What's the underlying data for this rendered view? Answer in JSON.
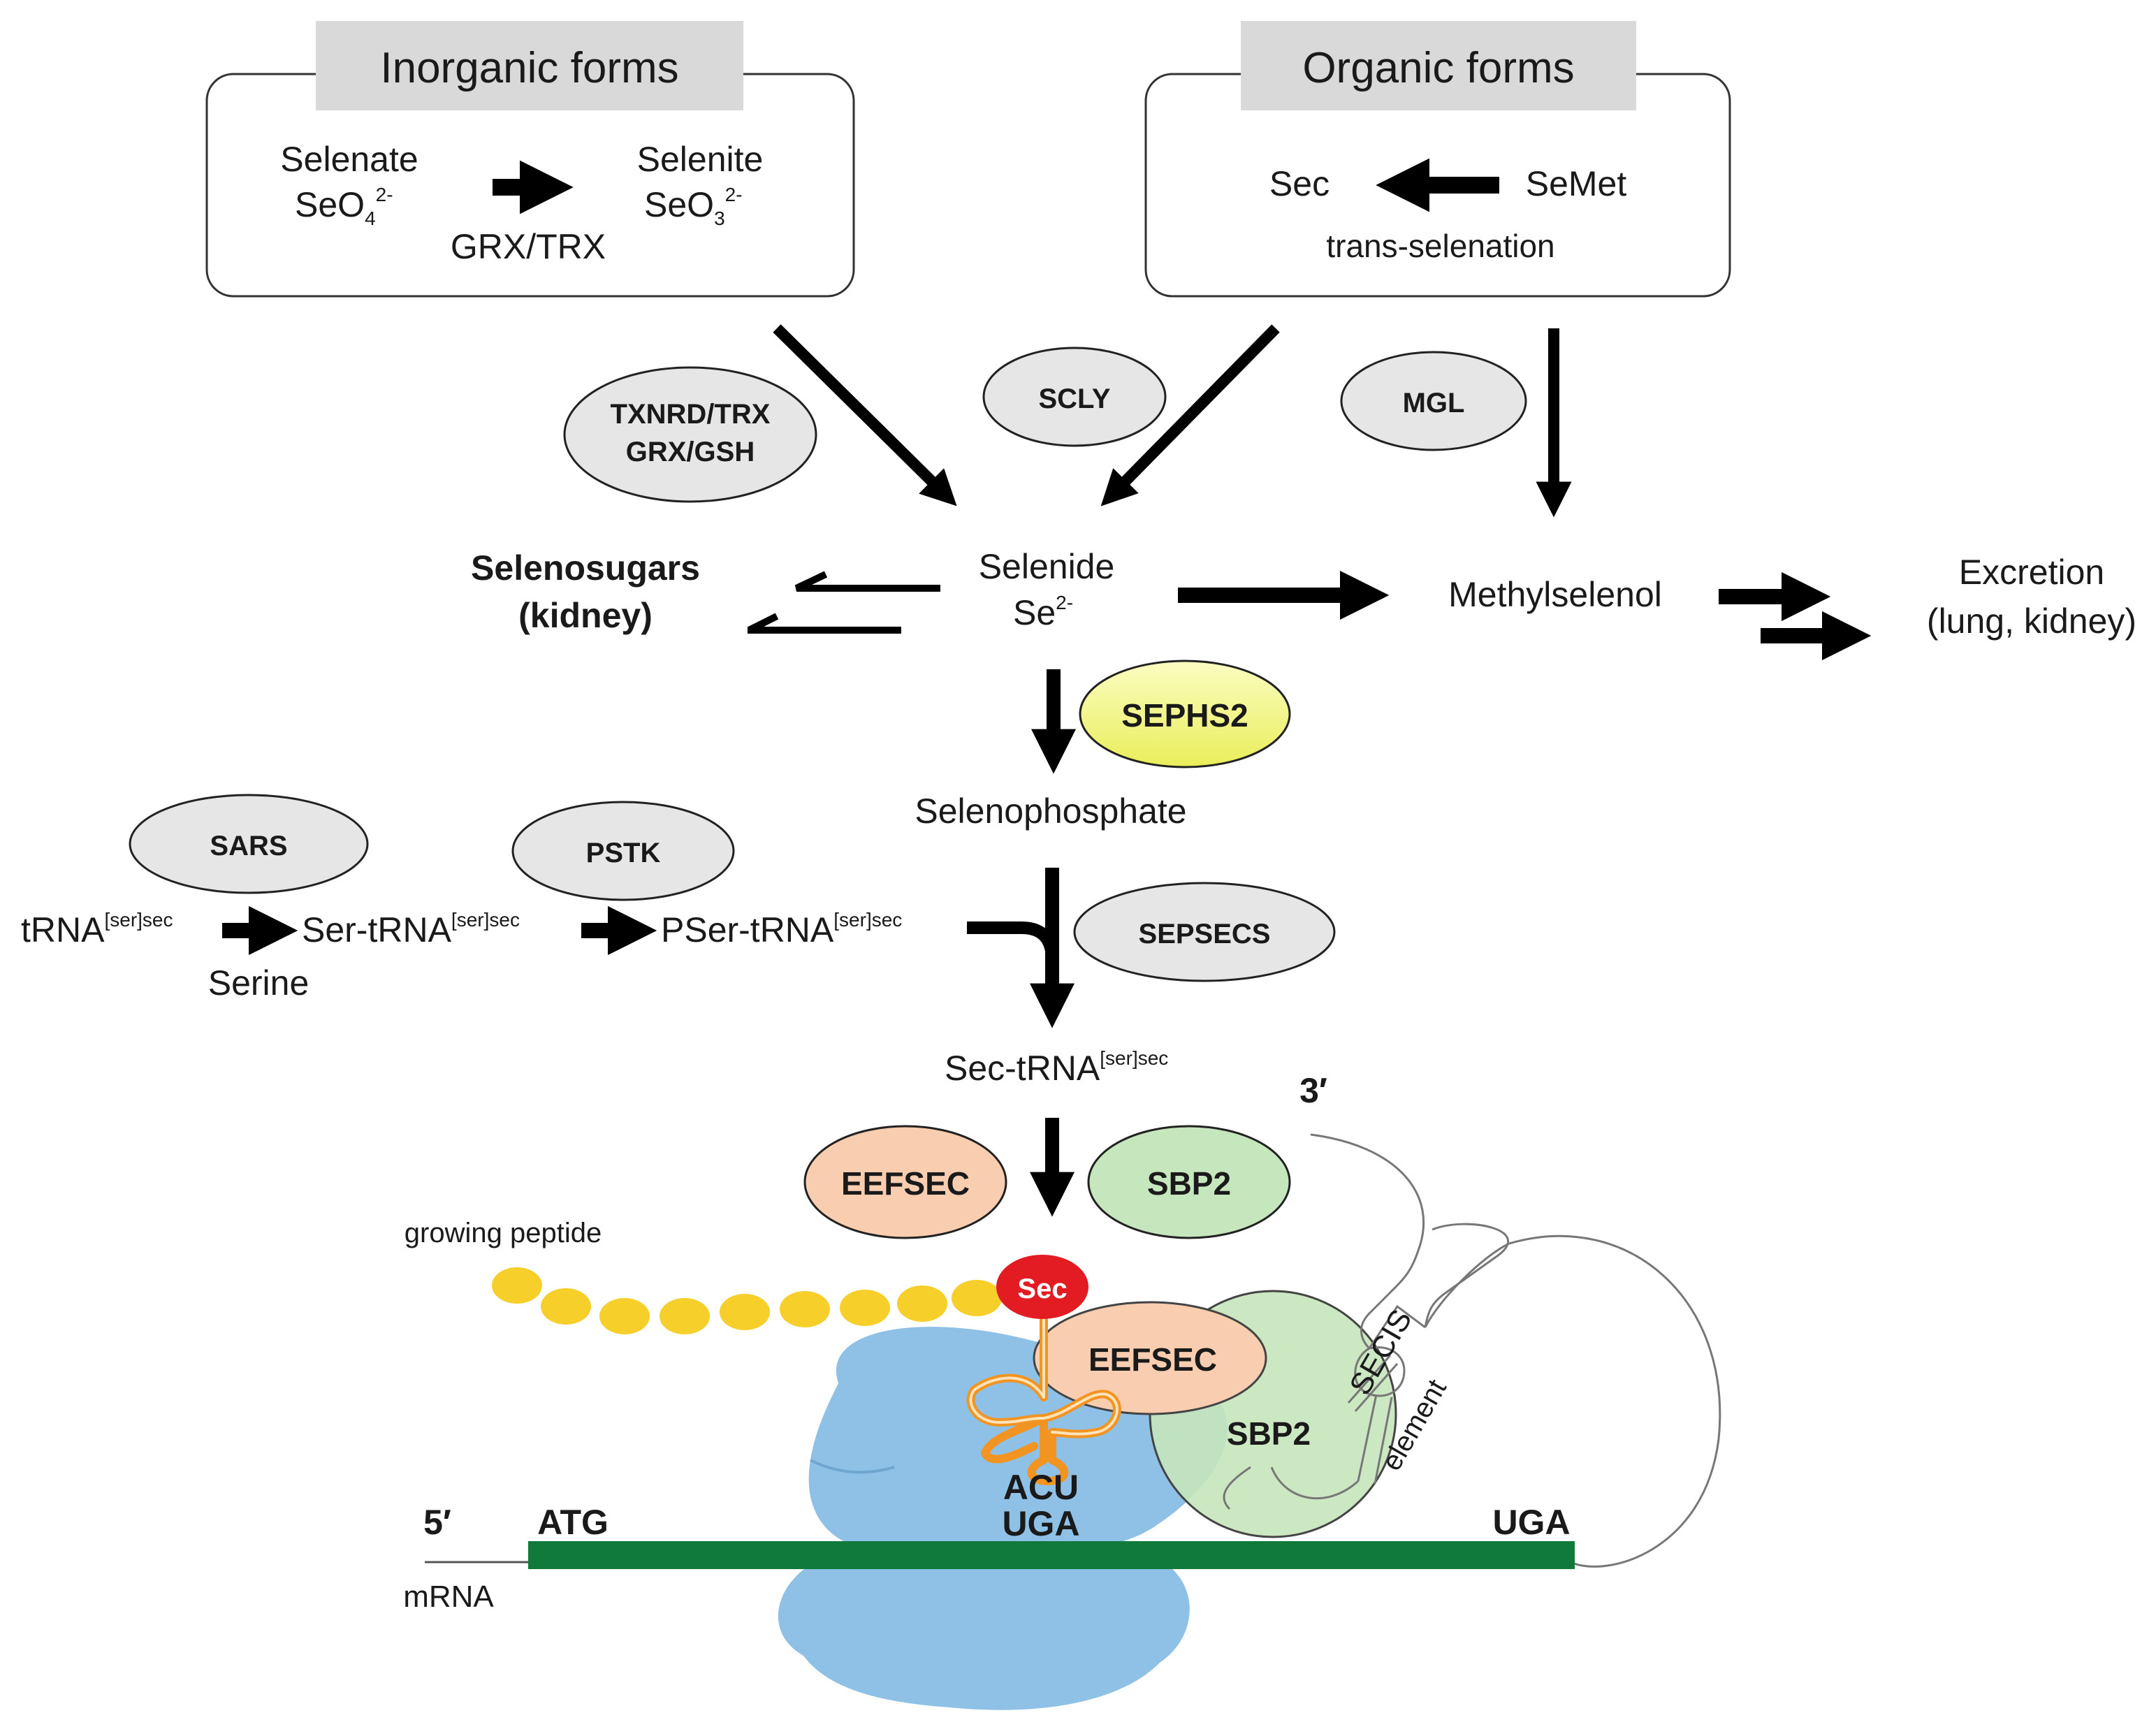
{
  "inorganic": {
    "header": "Inorganic forms",
    "selenate_name": "Selenate",
    "selenate_formula_base": "SeO",
    "selenate_formula_sub": "4",
    "selenate_formula_sup": "2-",
    "selenite_name": "Selenite",
    "selenite_formula_base": "SeO",
    "selenite_formula_sub": "3",
    "selenite_formula_sup": "2-",
    "conversion_enzyme": "GRX/TRX"
  },
  "organic": {
    "header": "Organic forms",
    "sec": "Sec",
    "semet": "SeMet",
    "process": "trans-selenation"
  },
  "enzymes": {
    "txnrd_line1": "TXNRD/TRX",
    "txnrd_line2": "GRX/GSH",
    "scly": "SCLY",
    "mgl": "MGL",
    "sephs2": "SEPHS2",
    "sars": "SARS",
    "pstk": "PSTK",
    "sepsecs": "SEPSECS",
    "eefsec": "EEFSEC",
    "sbp2": "SBP2"
  },
  "metabolites": {
    "selenide": "Selenide",
    "selenide_formula_base": "Se",
    "selenide_formula_sup": "2-",
    "selenosugars_line1": "Selenosugars",
    "selenosugars_line2": "(kidney)",
    "methylselenol": "Methylselenol",
    "excretion_line1": "Excretion",
    "excretion_line2": "(lung, kidney)",
    "selenophosphate": "Selenophosphate"
  },
  "trna_pathway": {
    "trna": "tRNA",
    "trna_sup": "[ser]sec",
    "ser_trna": "Ser-tRNA",
    "ser_trna_sup": "[ser]sec",
    "pser_trna": "PSer-tRNA",
    "pser_trna_sup": "[ser]sec",
    "serine": "Serine",
    "sec_trna": "Sec-tRNA",
    "sec_trna_sup": "[ser]sec"
  },
  "translation": {
    "growing_peptide": "growing peptide",
    "sec_residue": "Sec",
    "eefsec": "EEFSEC",
    "sbp2": "SBP2",
    "secis_line1": "SECIS",
    "secis_line2": "element",
    "three_prime": "3′",
    "five_prime": "5′",
    "mrna": "mRNA",
    "atg": "ATG",
    "anticodon": "ACU",
    "codon": "UGA",
    "stop_codon": "UGA"
  },
  "colors": {
    "header_fill": "#d9d9d9",
    "enzyme_gray": "#e6e6e6",
    "sephs2_fill": "#f3f58a",
    "eefsec_fill": "#f9cdb0",
    "sbp2_fill": "#c6e6bd",
    "ribosome": "#8fc1e6",
    "mrna_green": "#0f7a3a",
    "peptide_yellow": "#f7cf2a",
    "sec_red": "#e31b23",
    "trna_orange": "#f29421"
  }
}
